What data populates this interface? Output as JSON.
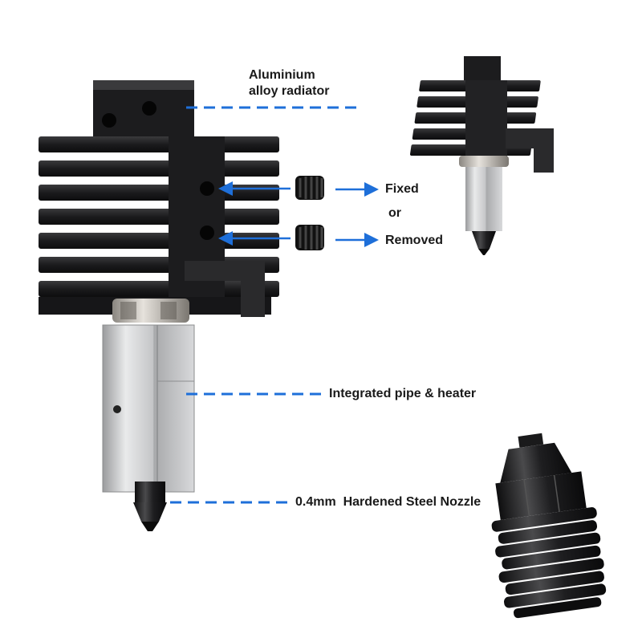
{
  "labels": {
    "radiator_line1": "Aluminium",
    "radiator_line2": "alloy radiator",
    "fixed": "Fixed",
    "or": "or",
    "removed": "Removed",
    "pipe_heater": "Integrated pipe & heater",
    "nozzle": "0.4mm  Hardened Steel Nozzle"
  },
  "colors": {
    "accent": "#1e6fd9",
    "heatsink": "#1c1c1e",
    "steel": "#c9cacc"
  },
  "icons": {
    "main_hotend": "hotend-assembly-icon",
    "thumbnail_hotend": "hotend-thumbnail-icon",
    "set_screw": "set-screw-icon",
    "nozzle_closeup": "hardened-steel-nozzle-icon"
  }
}
